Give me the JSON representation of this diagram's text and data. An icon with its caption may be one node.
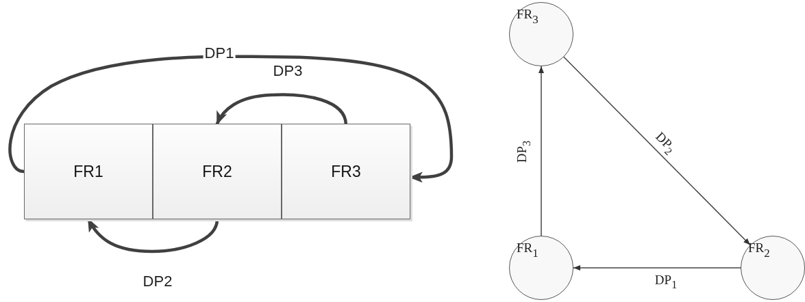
{
  "diagram": {
    "nodes": [
      {
        "text": [
          "FR1"
        ]
      },
      {
        "text": [
          "FR2"
        ]
      },
      {
        "text": [
          "FR3"
        ]
      },
      {
        "text": [
          "FR$_{3}$"
        ]
      },
      {
        "text": [
          "FR$_{1}$"
        ]
      },
      {
        "text": [
          "FR$_{2}$"
        ]
      }
    ],
    "edges": [
      {
        "from": 0,
        "to": 2,
        "arrow": "to",
        "label": "DP1",
        "style": "thick"
      },
      {
        "from": 2,
        "to": 1,
        "arrow": "to",
        "label": "DP3",
        "style": "thick"
      },
      {
        "from": 1,
        "to": 0,
        "arrow": "to",
        "label": "DP2",
        "style": "thick"
      },
      {
        "from": 4,
        "to": 3,
        "arrow": "to",
        "label": "DP$_{3}$"
      },
      {
        "from": 3,
        "to": 5,
        "arrow": "to",
        "label": "DP$_{2}$"
      },
      {
        "from": 5,
        "to": 4,
        "arrow": "to",
        "label": "DP$_{1}$"
      }
    ]
  }
}
